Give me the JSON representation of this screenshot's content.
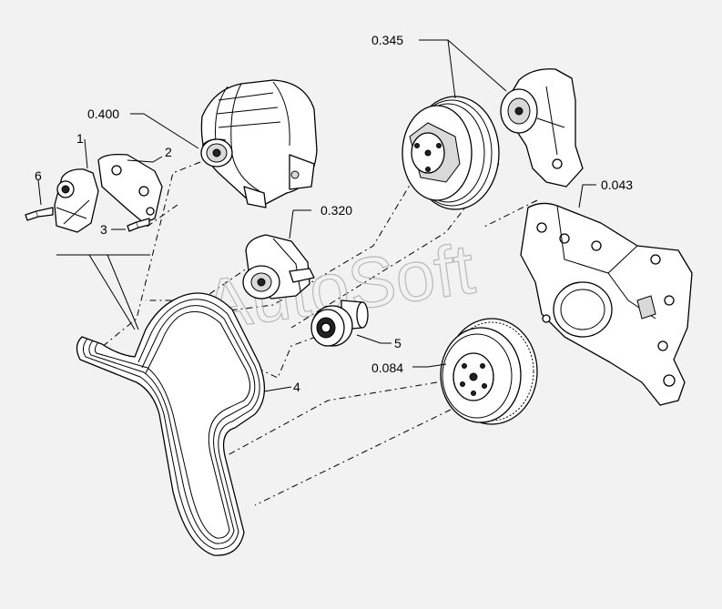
{
  "watermark": "AutoSoft",
  "labels": {
    "p1": "1",
    "p2": "2",
    "p3": "3",
    "p4": "4",
    "p5": "5",
    "p6": "6",
    "alternator": "0.400",
    "water_pump_fan": "0.345",
    "tensioner": "0.320",
    "timing_cover": "0.043",
    "damper": "0.084"
  },
  "colors": {
    "background": "#f2f2f2",
    "line": "#000000",
    "watermark": "#b9b9b9"
  }
}
